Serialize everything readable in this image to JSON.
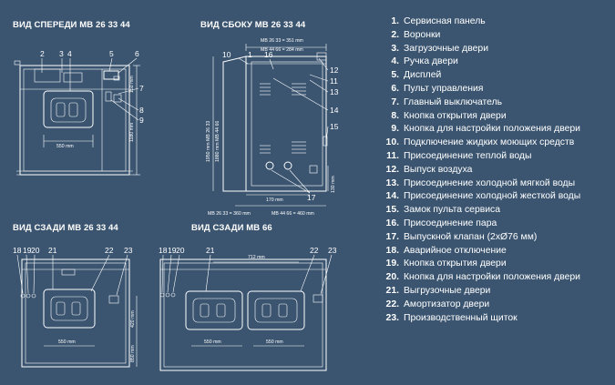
{
  "views": {
    "front": {
      "title": "ВИД СПЕРЕДИ MB 26 33 44",
      "width_dim": "550 mm",
      "height_dim": "1180 mm",
      "small_dim": "150 mm",
      "callouts": [
        "2",
        "3",
        "4",
        "5",
        "6",
        "7",
        "8",
        "9"
      ]
    },
    "side": {
      "title": "ВИД СБОКУ MB 26 33 44",
      "top_dim_1": "MB 26 33 = 351 mm",
      "top_dim_2": "MB 44 66 = 284 mm",
      "left_dim_1": "1950 mm MB 26 33",
      "left_dim_2": "1880 mm MB 44 66",
      "bottom_dim_1": "MB 26 33 = 360 mm",
      "bottom_dim_2": "MB 44 66 = 460 mm",
      "mid_dim": "170 mm",
      "right_dim": "130 mm",
      "callouts": [
        "10",
        "1",
        "16",
        "12",
        "11",
        "13",
        "14",
        "15",
        "17"
      ]
    },
    "rear": {
      "title": "ВИД СЗАДИ MB 26 33 44",
      "width_dim": "550 mm",
      "height_dim_1": "420 mm",
      "height_dim_2": "850 mm",
      "callouts": [
        "18",
        "19",
        "20",
        "21",
        "22",
        "23"
      ]
    },
    "rear66": {
      "title": "ВИД СЗАДИ MB 66",
      "top_dim": "712 mm",
      "width_dim_1": "550 mm",
      "width_dim_2": "550 mm",
      "callouts": [
        "18",
        "19",
        "20",
        "21",
        "22",
        "23"
      ]
    }
  },
  "legend": [
    {
      "num": "1.",
      "label": "Сервисная панель"
    },
    {
      "num": "2.",
      "label": "Воронки"
    },
    {
      "num": "3.",
      "label": "Загрузочные двери"
    },
    {
      "num": "4.",
      "label": "Ручка двери"
    },
    {
      "num": "5.",
      "label": "Дисплей"
    },
    {
      "num": "6.",
      "label": "Пульт управления"
    },
    {
      "num": "7.",
      "label": "Главный выключатель"
    },
    {
      "num": "8.",
      "label": "Кнопка открытия двери"
    },
    {
      "num": "9.",
      "label": "Кнопка для настройки положения двери"
    },
    {
      "num": "10.",
      "label": "Подключение жидких моющих средств"
    },
    {
      "num": "11.",
      "label": "Присоединение теплой воды"
    },
    {
      "num": "12.",
      "label": "Выпуск воздуха"
    },
    {
      "num": "13.",
      "label": "Присоединение холодной мягкой воды"
    },
    {
      "num": "14.",
      "label": "Присоединение холодной жесткой воды"
    },
    {
      "num": "15.",
      "label": "Замок пульта сервиса"
    },
    {
      "num": "16.",
      "label": "Присоединение пара"
    },
    {
      "num": "17.",
      "label": "Выпускной клапан (2xØ76 мм)"
    },
    {
      "num": "18.",
      "label": "Аварийное отключение"
    },
    {
      "num": "19.",
      "label": "Кнопка открытия двери"
    },
    {
      "num": "20.",
      "label": "Кнопка для настройки положения двери"
    },
    {
      "num": "21.",
      "label": "Выгрузочные двери"
    },
    {
      "num": "22.",
      "label": "Амортизатор двери"
    },
    {
      "num": "23.",
      "label": "Производственный щиток"
    }
  ]
}
